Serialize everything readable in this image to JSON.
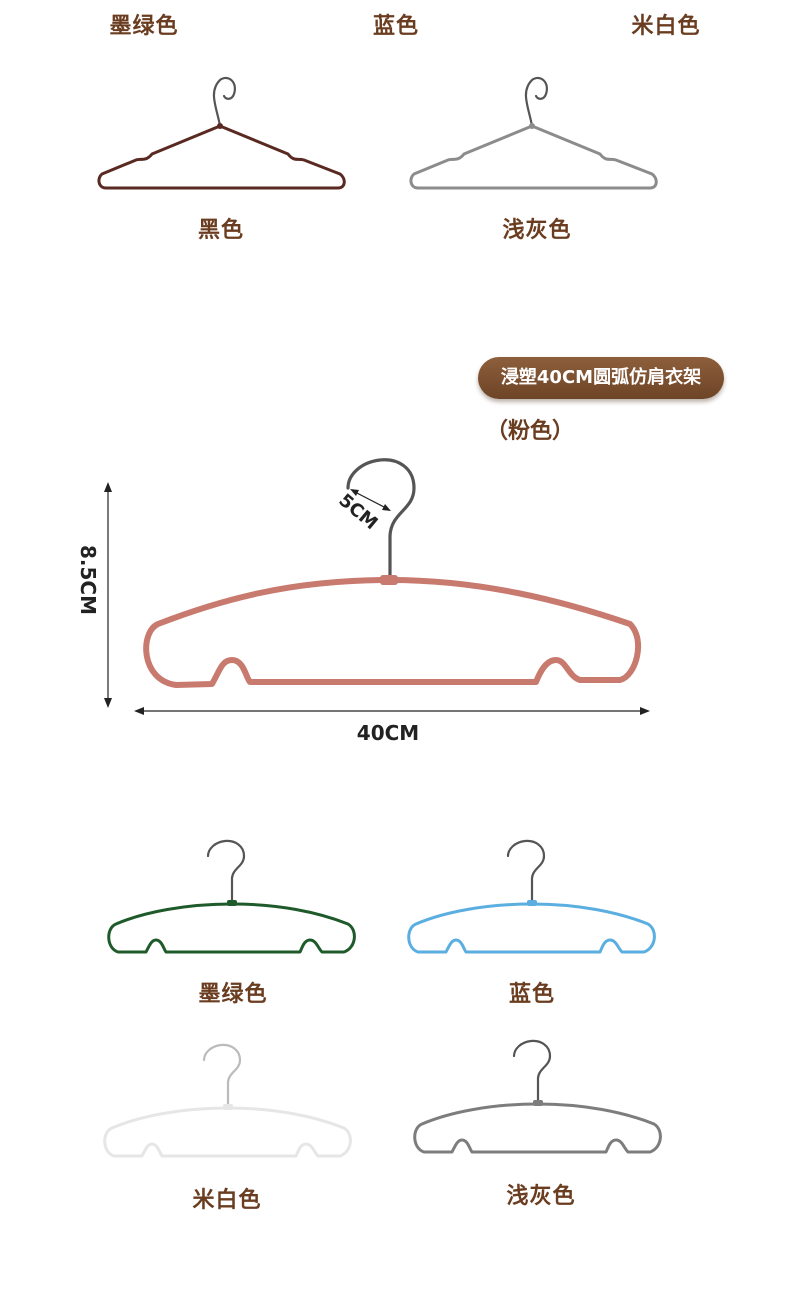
{
  "top_row": {
    "labels": [
      "墨绿色",
      "蓝色",
      "米白色"
    ]
  },
  "second_row": {
    "items": [
      {
        "label": "黑色",
        "color": "#5a2a22"
      },
      {
        "label": "浅灰色",
        "color": "#8c8c8c"
      }
    ]
  },
  "feature": {
    "badge": "浸塑40CM圆弧仿肩衣架",
    "subtitle": "（粉色）",
    "color": "#c97a6f",
    "dimensions": {
      "height": "8.5CM",
      "width": "40CM",
      "hook": "5CM"
    }
  },
  "bottom_grid": {
    "items": [
      {
        "label": "墨绿色",
        "color": "#1f5a2a"
      },
      {
        "label": "蓝色",
        "color": "#5aaee0"
      },
      {
        "label": "米白色",
        "color": "#e6e6e6"
      },
      {
        "label": "浅灰色",
        "color": "#7d7d7d"
      }
    ]
  },
  "colors": {
    "label_text": "#6b3d20",
    "hook_metal": "#555555"
  }
}
